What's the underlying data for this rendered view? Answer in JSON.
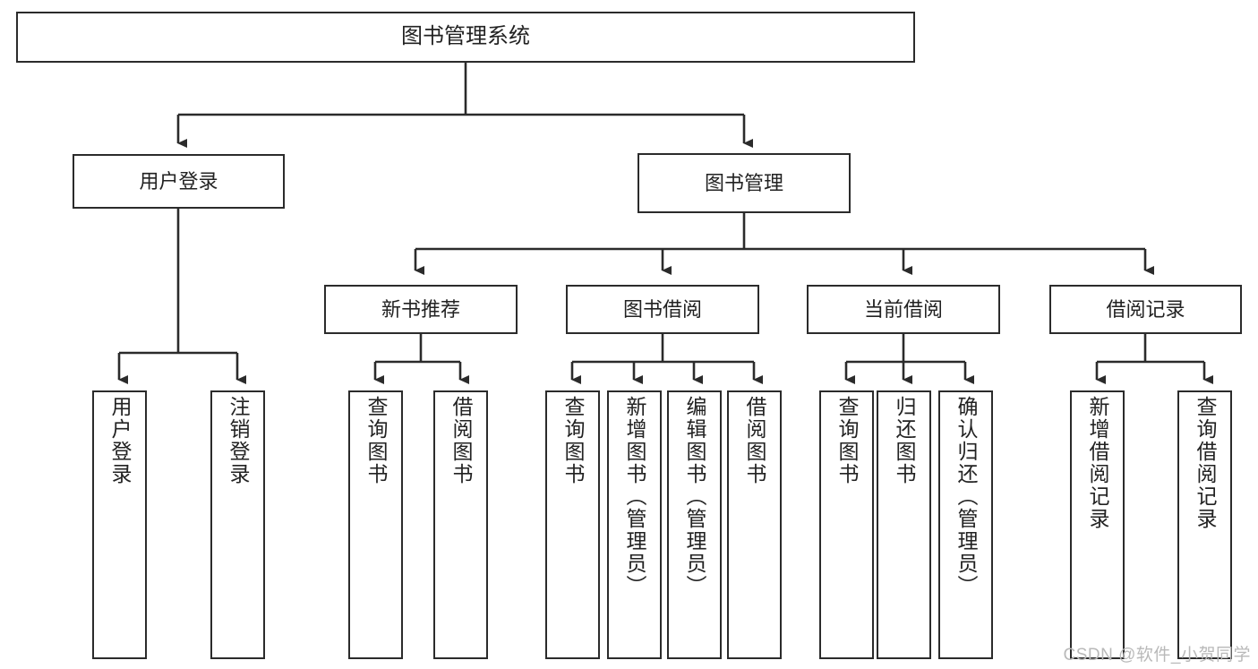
{
  "diagram": {
    "title": "图书管理系统",
    "watermark": "CSDN @软件_小贺同学",
    "line_color": "#2b2b2b",
    "box_fill": "#ffffff",
    "text_color": "#222222",
    "watermark_color": "#b9b9b9",
    "root": {
      "label": "图书管理系统"
    },
    "level1": [
      {
        "label": "用户登录"
      },
      {
        "label": "图书管理"
      }
    ],
    "level2": [
      {
        "label": "新书推荐"
      },
      {
        "label": "图书借阅"
      },
      {
        "label": "当前借阅"
      },
      {
        "label": "借阅记录"
      }
    ],
    "leaves": {
      "user_login": [
        {
          "label": "用户登录"
        },
        {
          "label": "注销登录"
        }
      ],
      "new_book_recommend": [
        {
          "label": "查询图书"
        },
        {
          "label": "借阅图书"
        }
      ],
      "book_borrow": [
        {
          "label": "查询图书"
        },
        {
          "label": "新增图书（管理员）"
        },
        {
          "label": "编辑图书（管理员）"
        },
        {
          "label": "借阅图书"
        }
      ],
      "current_borrow": [
        {
          "label": "查询图书"
        },
        {
          "label": "归还图书"
        },
        {
          "label": "确认归还（管理员）"
        }
      ],
      "borrow_record": [
        {
          "label": "新增借阅记录"
        },
        {
          "label": "查询借阅记录"
        }
      ]
    }
  }
}
